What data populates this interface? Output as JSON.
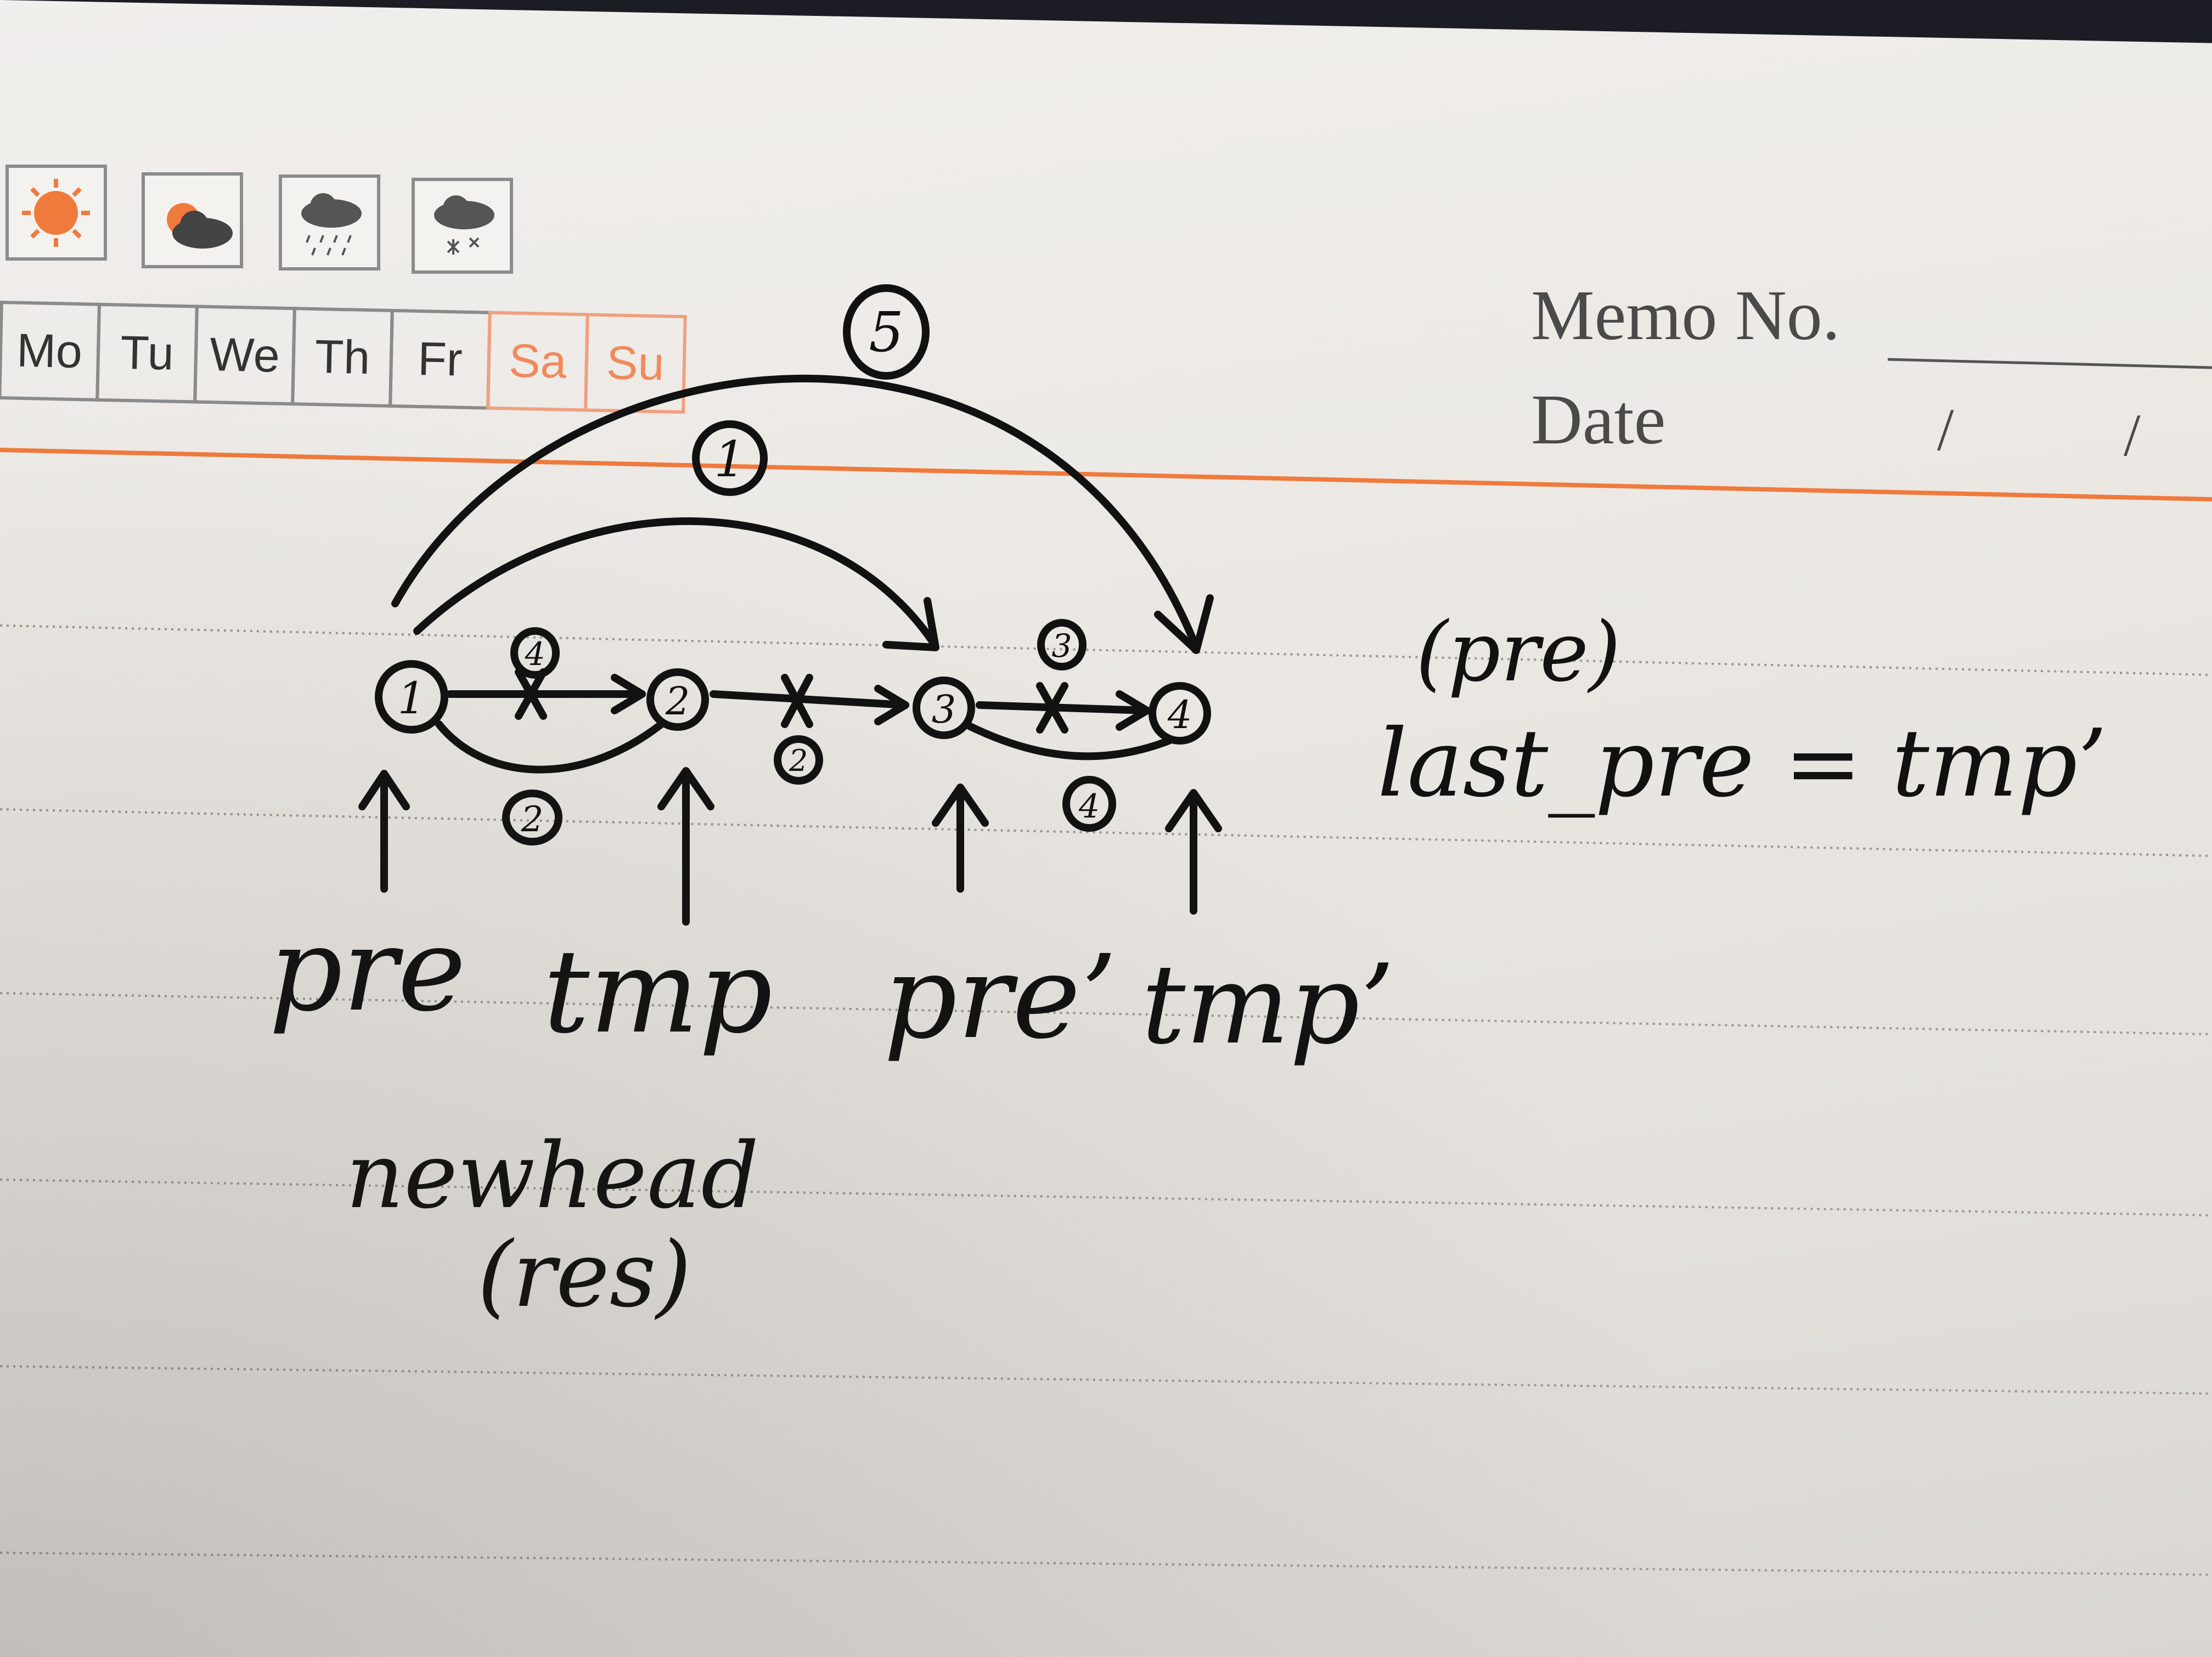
{
  "calendar": {
    "weather_icons": [
      "sunny-icon",
      "partly-cloudy-icon",
      "rain-icon",
      "snow-icon"
    ],
    "weekdays": [
      "Mo",
      "Tu",
      "We",
      "Th",
      "Fr",
      "Sa",
      "Su"
    ],
    "weekend_color": "#f08a5c"
  },
  "memo": {
    "memo_no_label": "Memo No.",
    "date_label": "Date",
    "date_separators": [
      "/",
      "/"
    ]
  },
  "diagram": {
    "nodes": [
      "1",
      "2",
      "3",
      "4"
    ],
    "step_marks": [
      "5",
      "1",
      "4",
      "3",
      "2",
      "2",
      "4"
    ],
    "pointers": [
      "pre",
      "tmp",
      "pre’",
      "tmp’"
    ],
    "newhead_label": "newhead",
    "res_label": "(res)",
    "side_note_pre": "(pre)",
    "side_note": "last_pre = tmp’"
  },
  "colors": {
    "ink": "#111111",
    "rule_orange": "#f07a3c",
    "line_gray": "#9a9690"
  }
}
